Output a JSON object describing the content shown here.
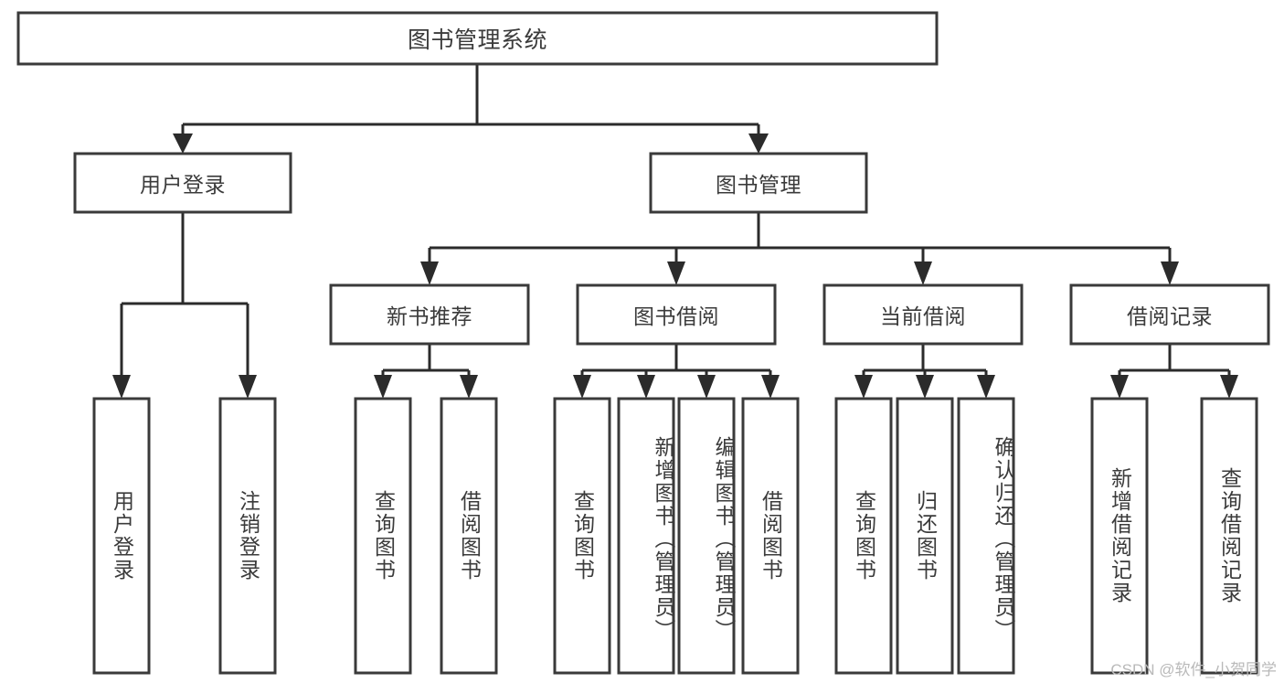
{
  "diagram": {
    "type": "hierarchy-tree",
    "title": "图书管理系统",
    "watermark": "CSDN @软件_小贺同学",
    "colors": {
      "box_border": "#3a3a3a",
      "box_fill": "#ffffff",
      "connector": "#2b2b2b",
      "text": "#3b3b3b",
      "background": "#ffffff",
      "watermark": "#b9b9b9"
    },
    "levels": {
      "root": {
        "label": "图书管理系统"
      },
      "level2": [
        {
          "label": "用户登录"
        },
        {
          "label": "图书管理"
        }
      ],
      "level3": [
        {
          "label": "新书推荐"
        },
        {
          "label": "图书借阅"
        },
        {
          "label": "当前借阅"
        },
        {
          "label": "借阅记录"
        }
      ],
      "leaves_user_login": [
        {
          "label": "用户登录"
        },
        {
          "label": "注销登录"
        }
      ],
      "leaves_new_book": [
        {
          "label": "查询图书"
        },
        {
          "label": "借阅图书"
        }
      ],
      "leaves_borrow": [
        {
          "label": "查询图书"
        },
        {
          "label": "新增图书（管理员）"
        },
        {
          "label": "编辑图书（管理员）"
        },
        {
          "label": "借阅图书"
        }
      ],
      "leaves_current": [
        {
          "label": "查询图书"
        },
        {
          "label": "归还图书"
        },
        {
          "label": "确认归还（管理员）"
        }
      ],
      "leaves_records": [
        {
          "label": "新增借阅记录"
        },
        {
          "label": "查询借阅记录"
        }
      ]
    }
  }
}
